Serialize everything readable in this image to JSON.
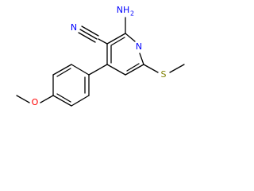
{
  "molecule": {
    "atoms": {
      "amino_N": "NH",
      "amino_subscript": "2",
      "nitrile_N": "N",
      "ring_N": "N",
      "sulfur": "S",
      "oxygen": "O"
    },
    "colors": {
      "nitrogen": "#0000ff",
      "sulfur": "#808000",
      "oxygen": "#ff0000",
      "bond": "#000000",
      "background": "#ffffff"
    }
  }
}
